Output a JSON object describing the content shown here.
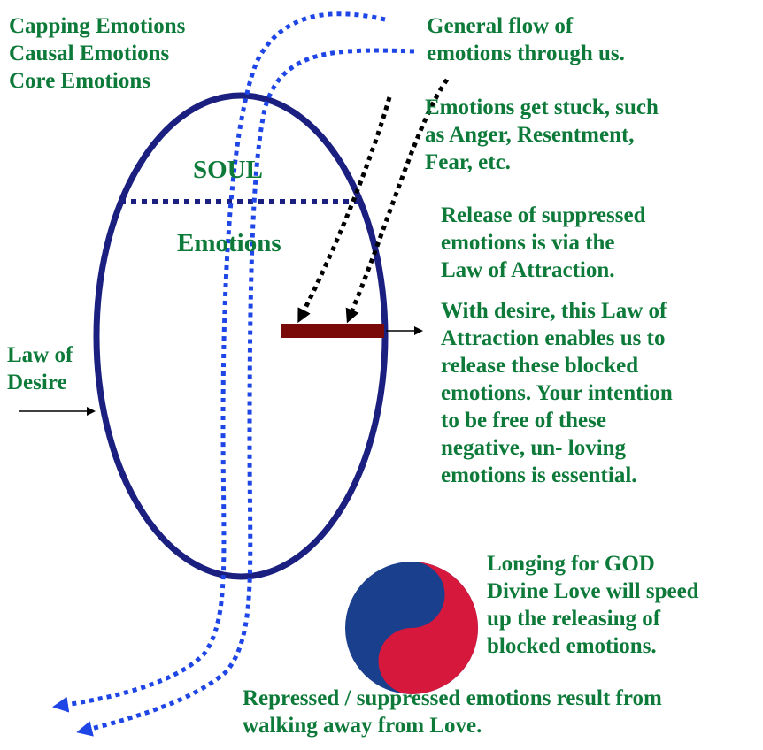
{
  "colors": {
    "text": "#0d7a3a",
    "ellipse": "#1a1f80",
    "flow": "#1e46e6",
    "stuck": "#000000",
    "bar": "#7a0a0a",
    "yin_blue": "#1a3f8c",
    "yang_red": "#d6183c"
  },
  "labels": {
    "emotion_types": "Capping Emotions\nCausal Emotions\nCore Emotions",
    "general_flow": "General flow of\nemotions through us.",
    "stuck": "Emotions get stuck, such\nas Anger, Resentment,\nFear, etc.",
    "release": "Release of suppressed\nemotions is via the\nLaw of Attraction.",
    "desire": "With desire, this Law of\nAttraction enables us to\nrelease these blocked\nemotions.  Your intention\nto be free of these\nnegative, un- loving\nemotions is essential.",
    "law_of_desire": "Law of\nDesire",
    "longing": "Longing for GOD\nDivine Love will speed\nup the releasing of\nblocked emotions.",
    "repressed": "Repressed / suppressed emotions result from\nwalking away from Love."
  },
  "soul": {
    "top_label": "SOUL",
    "bottom_label": "Emotions"
  },
  "icons": {
    "yin_yang": "taegeuk-icon"
  }
}
